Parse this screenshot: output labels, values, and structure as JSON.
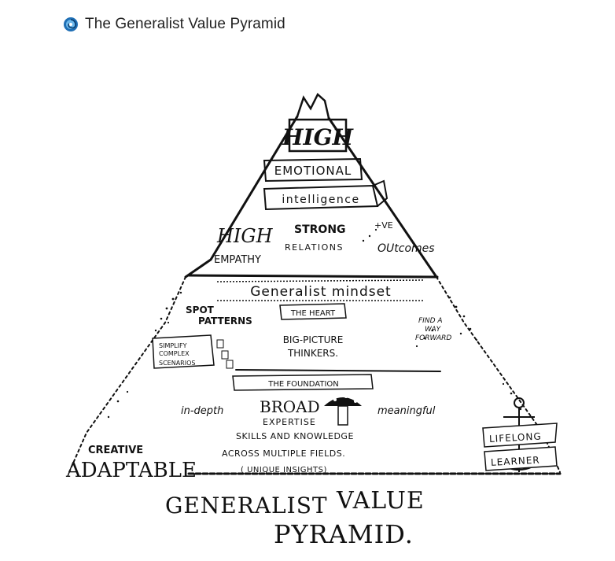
{
  "header": {
    "title": "The Generalist Value Pyramid",
    "icon": "blue-swirl-icon",
    "icon_color": "#1f6fb5"
  },
  "diagram": {
    "top": {
      "line1": "HIGH",
      "line2": "EMOTIONAL",
      "line3": "intelligence",
      "high": "HIGH",
      "empathy": "EMPATHY",
      "strong": "STRONG",
      "relations": "RELATIONS",
      "plus_ve": "+VE",
      "outcomes": "OUtcomes"
    },
    "middle": {
      "banner": "Generalist mindset",
      "spot": "SPOT",
      "patterns": "PATTERNS",
      "the_heart": "THE HEART",
      "big_picture": "BIG-PICTURE",
      "thinkers": "THINKERS.",
      "find_a": "FIND A",
      "way": "WAY",
      "forward": "FORWARD",
      "simplify": "SIMPLIFY",
      "complex": "COMPLEX",
      "scenarios": "SCENARIOS"
    },
    "base": {
      "the_foundation": "THE FOUNDATION",
      "in_depth": "in-depth",
      "broad": "BROAD",
      "expertise": "EXPERTISE",
      "meaningful": "meaningful",
      "skills": "SKILLS AND KNOWLEDGE",
      "across": "ACROSS MULTIPLE FIELDS.",
      "unique": "( UNIQUE INSIGHTS)",
      "creative": "CREATIVE",
      "adaptable": "ADAPTABLE",
      "lifelong": "LIFELONG",
      "learner": "LEARNER"
    },
    "title_line1a": "GENERALIST",
    "title_line1b": "VALUE",
    "title_line2": "PYRAMID."
  }
}
